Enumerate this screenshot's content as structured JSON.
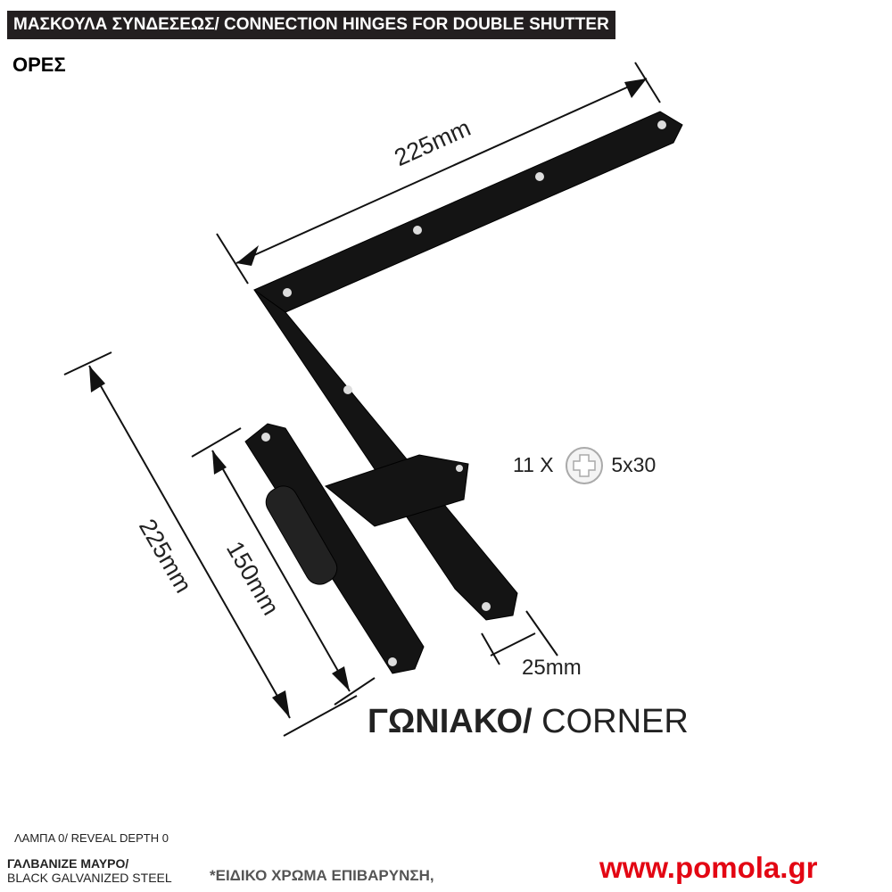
{
  "header": {
    "title": "ΜΑΣΚΟΥΛΑ ΣΥΝΔΕΣΕΩΣ/ CONNECTION HINGES FOR DOUBLE SHUTTER",
    "subtitle": "ΟΡΕΣ"
  },
  "dimensions": {
    "top_length": "225mm",
    "left_length": "225mm",
    "leaf_length": "150mm",
    "width": "25mm"
  },
  "screws": {
    "count": "11 X",
    "size": "5x30",
    "icon": "phillips-screw-icon"
  },
  "type": {
    "greek": "ΓΩΝΙΑΚΟ/",
    "english": " CORNER"
  },
  "footer": {
    "reveal": "ΛΑΜΠΑ 0/ REVEAL DEPTH 0",
    "material_gr": "ΓΑΛΒΑΝΙΖΕ ΜΑΥΡΟ/",
    "material_en": "BLACK GALVANIZED STEEL",
    "note": "*ΕΙΔΙΚΟ ΧΡΩΜΑ ΕΠΙΒΑΡΥΝΣΗ,",
    "website": "www.pomola.gr"
  },
  "colors": {
    "website": "#e30613",
    "title_bg": "#231f20"
  }
}
